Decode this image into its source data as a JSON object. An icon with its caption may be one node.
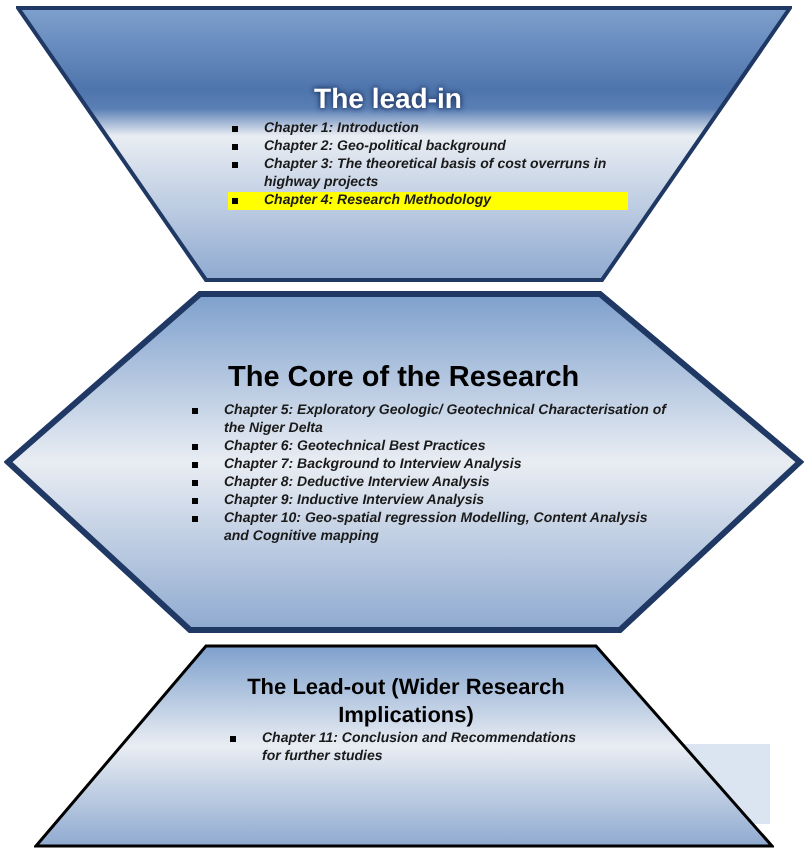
{
  "diagram": {
    "nodes": [
      {
        "text": [
          "The lead-in",
          "Chapter 1: Introduction",
          "Chapter 2: Geo-political background",
          "Chapter 3: The theoretical basis of cost overruns in highway projects",
          "Chapter 4: Research Methodology"
        ]
      },
      {
        "text": [
          "The Core of the Research",
          "Chapter 5: Exploratory Geologic/ Geotechnical Characterisation of the Niger Delta",
          "Chapter 6:  Geotechnical Best Practices",
          "Chapter 7: Background to Interview Analysis",
          "Chapter 8: Deductive Interview Analysis",
          "Chapter 9: Inductive Interview Analysis",
          "Chapter 10: Geo-spatial regression Modelling, Content Analysis and Cognitive mapping"
        ]
      },
      {
        "text": [
          "The Lead-out (Wider Research Implications)",
          "Chapter 11: Conclusion and Recommendations for further studies"
        ]
      }
    ]
  }
}
